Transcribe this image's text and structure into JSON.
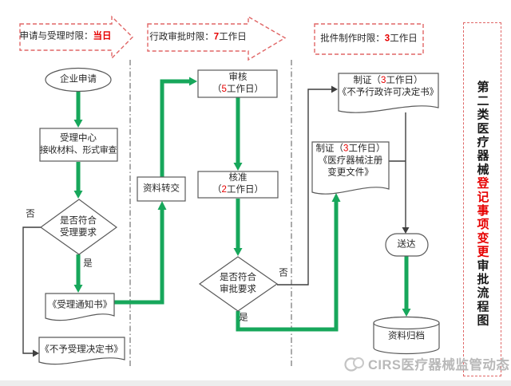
{
  "banners": {
    "b1": {
      "prefix": "申请与受理时限：",
      "highlight": "当日"
    },
    "b2": {
      "prefix": "行政审批时限：",
      "num": "7",
      "suffix": "工作日"
    },
    "b3": {
      "prefix": "批件制作时限：",
      "num": "3",
      "suffix": "工作日"
    }
  },
  "nodes": {
    "start": "企业申请",
    "accept_center": {
      "line1": "受理中心",
      "line2": "接收材料、形式审查"
    },
    "decision1": {
      "line1": "是否符合",
      "line2": "受理要求"
    },
    "accept_notice": "《受理通知书》",
    "reject_notice": "《不予受理决定书》",
    "transfer": "资料转交",
    "review": {
      "title": "审核",
      "pre": "（",
      "num": "5",
      "post": "工作日）"
    },
    "approve": {
      "title": "核准",
      "pre": "（",
      "num": "2",
      "post": "工作日）"
    },
    "decision2": {
      "line1": "是否符合",
      "line2": "审批要求"
    },
    "cert_reject": {
      "pre": "制证（",
      "num": "3",
      "post": "工作日）",
      "line2": "《不予行政许可决定书》"
    },
    "cert_approve": {
      "pre": "制证（",
      "num": "3",
      "post": "工作日）",
      "line2": "《医疗器械注册",
      "line3": "变更文件》"
    },
    "deliver": "送达",
    "archive": "资料归档"
  },
  "edge_labels": {
    "no1": "否",
    "yes1": "是",
    "no2": "否",
    "yes2": "是"
  },
  "side_panel": {
    "black_top": "第二类医疗器械",
    "red_mid": "登记事项变更",
    "black_bottom": "审批流程图"
  },
  "watermark": {
    "brand": "CIRS医疗器械监管动态"
  },
  "colors": {
    "flow_green": "#17a75b",
    "highlight_red": "#e60000",
    "banner_border": "#e06666",
    "line_black": "#3f3f3f",
    "box_border": "#5a5a5a",
    "watermark_gray": "#b9b9b9"
  }
}
